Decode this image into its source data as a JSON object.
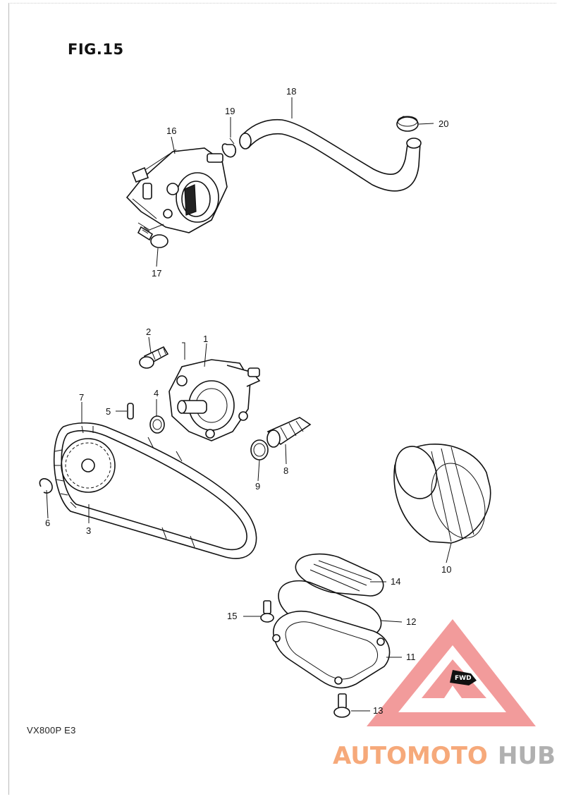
{
  "figure": {
    "title": "FIG.15",
    "model": "VX800P  E3"
  },
  "callouts": [
    {
      "num": "1"
    },
    {
      "num": "2"
    },
    {
      "num": "3"
    },
    {
      "num": "4"
    },
    {
      "num": "5"
    },
    {
      "num": "6"
    },
    {
      "num": "7"
    },
    {
      "num": "8"
    },
    {
      "num": "9"
    },
    {
      "num": "10"
    },
    {
      "num": "11"
    },
    {
      "num": "12"
    },
    {
      "num": "13"
    },
    {
      "num": "14"
    },
    {
      "num": "15"
    },
    {
      "num": "16"
    },
    {
      "num": "17"
    },
    {
      "num": "18"
    },
    {
      "num": "19"
    },
    {
      "num": "20"
    }
  ],
  "fwd_tag": "FWD",
  "watermark": {
    "part_a": "AUTOMOTO",
    "part_b": "HUB",
    "color_a": "#f6a97a",
    "color_b": "#b0b0b0",
    "triangle_color": "#f08a8a"
  }
}
